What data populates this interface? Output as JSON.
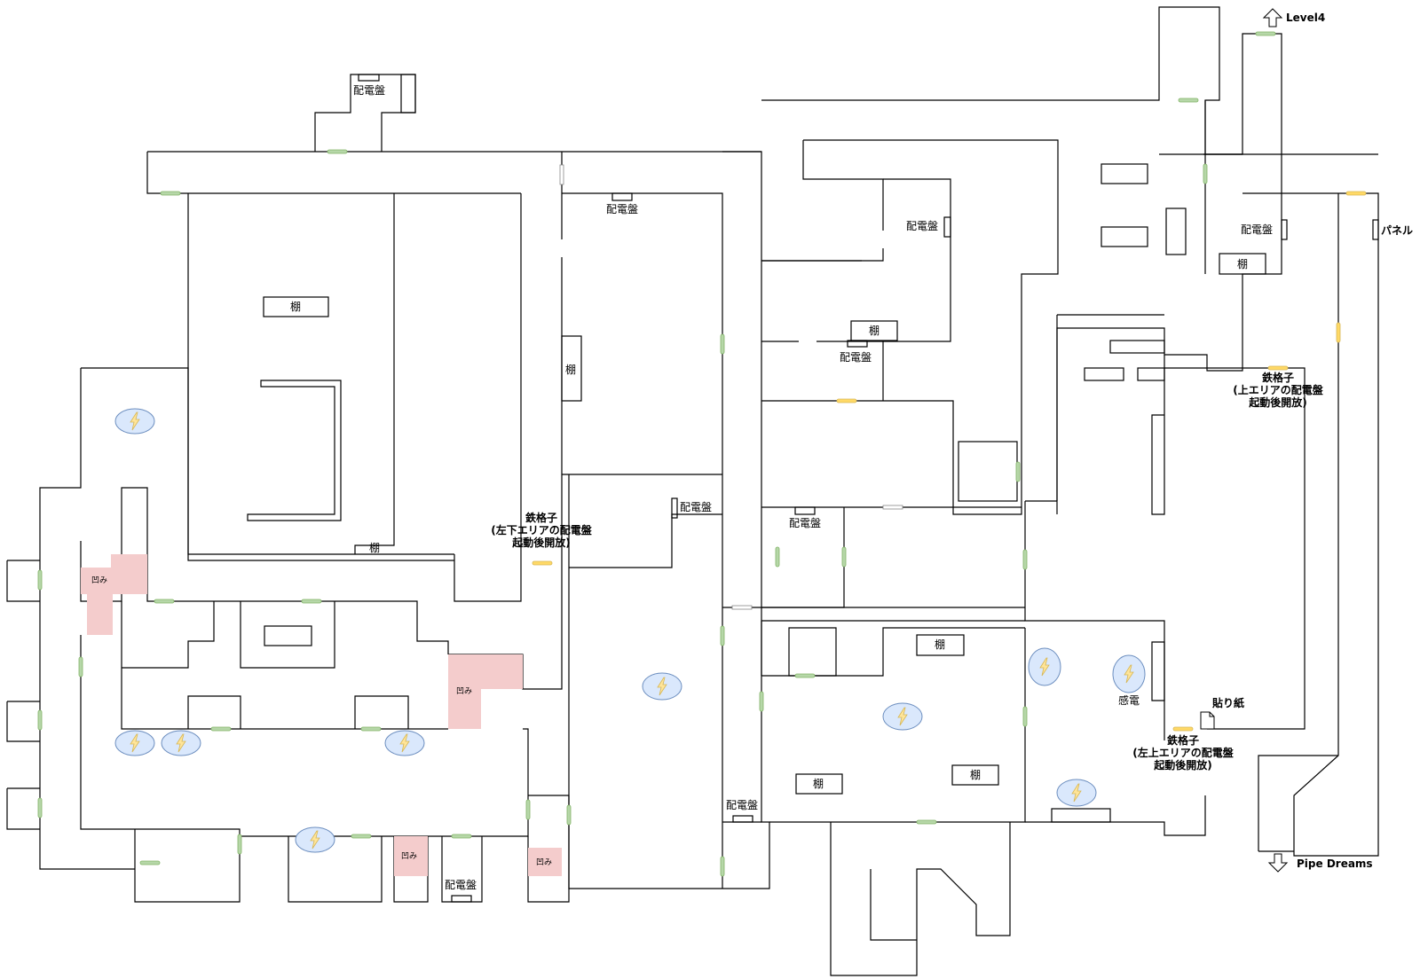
{
  "labels": {
    "panel": "配電盤",
    "shelf": "棚",
    "dent": "凹み",
    "grate_lower_left": [
      "鉄格子",
      "(左下エリアの配電盤",
      "起動後開放)"
    ],
    "grate_upper": [
      "鉄格子",
      "(上エリアの配電盤",
      "起動後開放)"
    ],
    "grate_upper_left": [
      "鉄格子",
      "(左上エリアの配電盤",
      "起動後開放)"
    ],
    "electric_shock": "感電",
    "poster": "貼り紙",
    "panel_kana": "パネル",
    "exit_up": "Level4",
    "exit_down": "Pipe Dreams"
  },
  "colors": {
    "wall": "#000000",
    "door_normal": "#b6d7a8",
    "door_grate": "#ffd966",
    "dent_fill": "#f4cccc",
    "hazard_fill": "#dae8fc",
    "hazard_stroke": "#6c8ebf",
    "bolt": "#ffe599"
  },
  "icons": {
    "hazard": "lightning-bolt-icon",
    "poster": "note-page-icon",
    "exit_up": "arrow-up-icon",
    "exit_down": "arrow-down-icon"
  }
}
